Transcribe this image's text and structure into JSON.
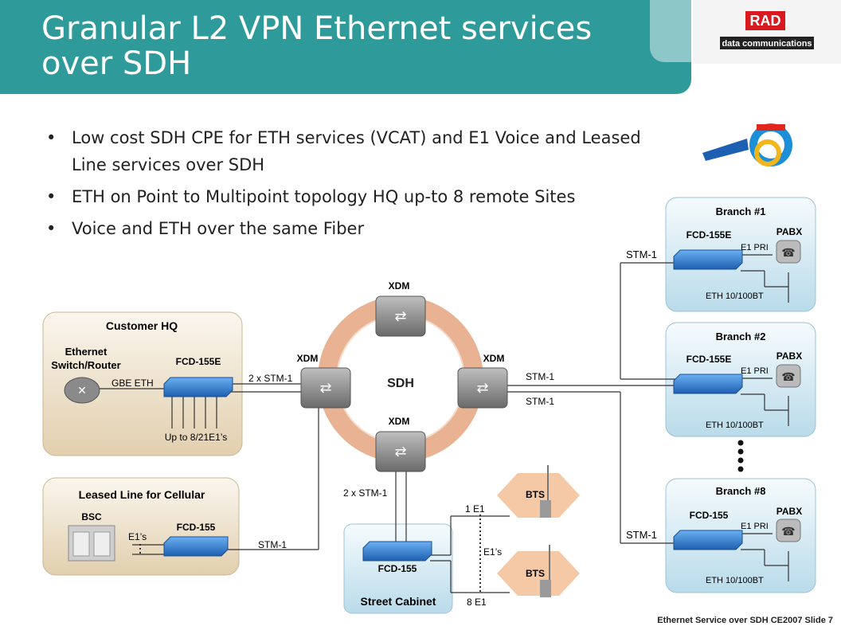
{
  "slide": {
    "title": "Granular L2 VPN Ethernet services\nover SDH",
    "logo_text": "RAD",
    "logo_subtitle": "data communications",
    "bullets": [
      "Low cost SDH CPE for ETH services (VCAT) and E1 Voice and Leased Line services over SDH",
      "ETH on Point to Multipoint topology HQ up-to 8 remote Sites",
      "Voice and ETH over the same Fiber"
    ],
    "footer": "Ethernet Service over SDH  CE2007 Slide 7"
  },
  "diagram": {
    "sdh_label": "SDH",
    "xdm_top": "XDM",
    "xdm_left": "XDM",
    "xdm_right": "XDM",
    "xdm_bottom": "XDM",
    "hq": {
      "title": "Customer  HQ",
      "switch_label_1": "Ethernet",
      "switch_label_2": "Switch/Router",
      "device": "FCD-155E",
      "link": "GBE ETH",
      "e1_note": "Up to 8/21E1’s"
    },
    "leased": {
      "title": "Leased  Line for Cellular",
      "bsc": "BSC",
      "device": "FCD-155",
      "e1": "E1’s"
    },
    "street": {
      "title": "Street Cabinet",
      "device": "FCD-155"
    },
    "bts_1": "BTS",
    "bts_2": "BTS",
    "links": {
      "hq_stm": "2 x STM-1",
      "leased_stm": "STM-1",
      "street_stm": "2 x STM-1",
      "right_stm_1": "STM-1",
      "right_stm_2": "STM-1",
      "b1_stm": "STM-1",
      "b8_stm": "STM-1",
      "one_e1": "1 E1",
      "eight_e1": "8 E1",
      "e1s": "E1’s"
    },
    "branches": [
      {
        "title": "Branch  #1",
        "device": "FCD-155E",
        "pabx": "PABX",
        "e1": "E1 PRI",
        "eth": "ETH  10/100BT"
      },
      {
        "title": "Branch  #2",
        "device": "FCD-155E",
        "pabx": "PABX",
        "e1": "E1 PRI",
        "eth": "ETH  10/100BT"
      },
      {
        "title": "Branch  #8",
        "device": "FCD-155",
        "pabx": "PABX",
        "e1": "E1 PRI",
        "eth": "ETH  10/100BT"
      }
    ],
    "colors": {
      "header": "#2e9a9a",
      "ring": "#e9b292",
      "branch_box": "#cfe6f1",
      "hq_box": "#e9dcc4",
      "device": "#2f7fd8",
      "bts": "#f6c9a6"
    }
  }
}
